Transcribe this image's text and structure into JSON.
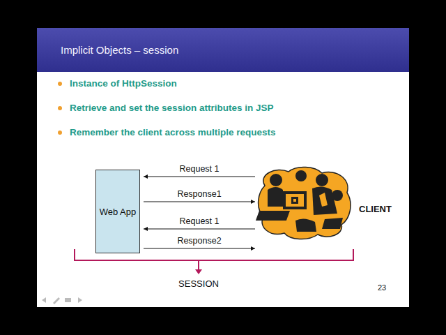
{
  "diagram": {
    "title": "Implicit Objects – session",
    "nodes": [
      {
        "text": [
          "Web App"
        ]
      },
      {
        "text": [
          "CLIENT"
        ]
      }
    ],
    "edges": [
      {
        "from": 1,
        "to": 0,
        "arrow": "to",
        "label": "Request 1"
      },
      {
        "from": 0,
        "to": 1,
        "arrow": "to",
        "label": "Response1"
      },
      {
        "from": 1,
        "to": 0,
        "arrow": "to",
        "label": "Request 1"
      },
      {
        "from": 0,
        "to": 1,
        "arrow": "to",
        "label": "Response2"
      }
    ],
    "labels": [
      "Instance of HttpSession",
      "Retrieve and set the session attributes in JSP",
      "Remember the client across multiple requests",
      "SESSION",
      "23"
    ]
  }
}
